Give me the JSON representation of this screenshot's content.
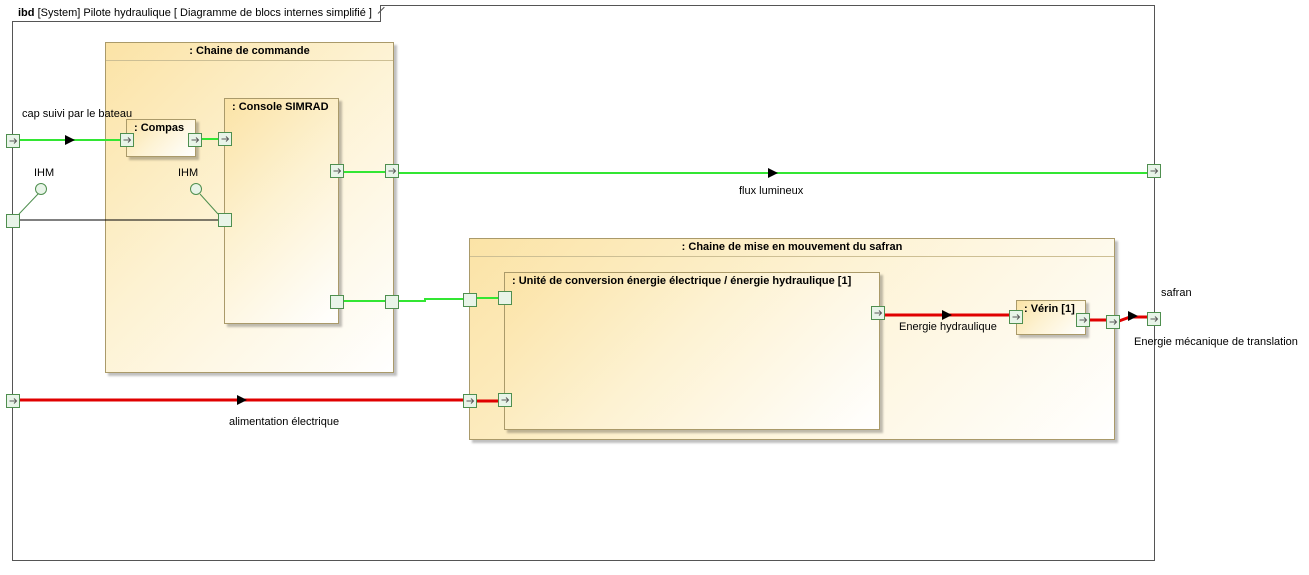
{
  "frame": {
    "keyword": "ibd",
    "title": "[System] Pilote hydraulique [ Diagramme de blocs internes simplifié ]"
  },
  "blocks": {
    "chaine_commande": ": Chaine de commande",
    "compas": ": Compas",
    "console": ": Console SIMRAD",
    "chaine_mise_en_mouvement": ": Chaine de mise en mouvement du safran",
    "unite_conversion": ": Unité de conversion énergie électrique / énergie hydraulique [1]",
    "verin": ": Vérin [1]"
  },
  "labels": {
    "cap_suivi": "cap suivi par le bateau",
    "ihm_left": "IHM",
    "ihm_right": "IHM",
    "flux_lumineux": "flux lumineux",
    "alimentation": "alimentation électrique",
    "energie_hydraulique": "Energie hydraulique",
    "safran": "safran",
    "energie_mecanique": "Energie mécanique de translation"
  },
  "colors": {
    "green_flow": "#33e633",
    "red_flow": "#e00000",
    "port_fill": "#e8f4e8",
    "port_stroke": "#4f8f4f",
    "block_border": "#aa9a6a"
  }
}
